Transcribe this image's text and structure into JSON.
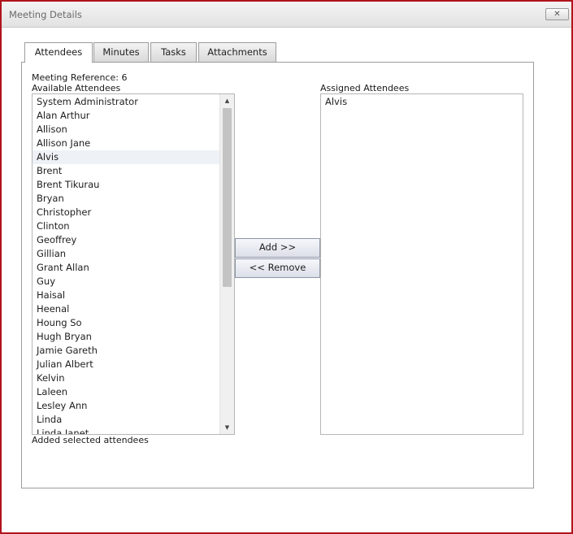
{
  "window": {
    "title": "Meeting Details",
    "close_label": "✕"
  },
  "tabs": [
    {
      "label": "Attendees",
      "active": true
    },
    {
      "label": "Minutes",
      "active": false
    },
    {
      "label": "Tasks",
      "active": false
    },
    {
      "label": "Attachments",
      "active": false
    }
  ],
  "attendees_tab": {
    "meeting_reference": "Meeting Reference: 6",
    "available_label": "Available Attendees",
    "assigned_label": "Assigned Attendees",
    "available_attendees": [
      "System Administrator",
      "Alan Arthur",
      "Allison",
      "Allison Jane",
      "Alvis",
      "Brent",
      "Brent Tikurau",
      "Bryan",
      "Christopher",
      "Clinton",
      "Geoffrey",
      "Gillian",
      "Grant Allan",
      "Guy",
      "Haisal",
      "Heenal",
      "Houng So",
      "Hugh Bryan",
      "Jamie Gareth",
      "Julian Albert",
      "Kelvin",
      "Laleen",
      "Lesley Ann",
      "Linda",
      "Linda Janet"
    ],
    "selected_available": "Alvis",
    "assigned_attendees": [
      "Alvis"
    ],
    "add_button": "Add >>",
    "remove_button": "<< Remove",
    "status_message": "Added selected attendees"
  },
  "icons": {
    "scroll_up": "up-arrow-icon",
    "scroll_down": "down-arrow-icon"
  }
}
